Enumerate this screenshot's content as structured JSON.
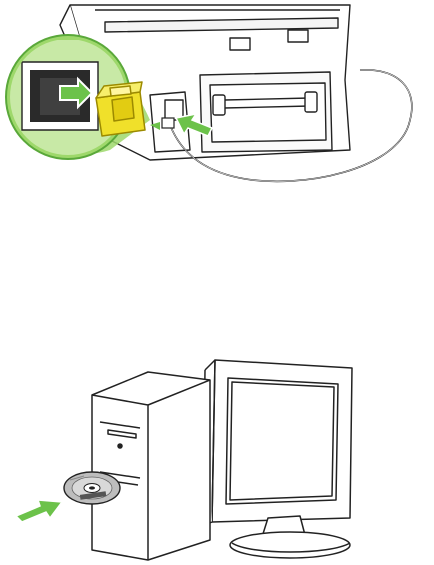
{
  "illustrations": [
    {
      "id": "printer-connection",
      "parts": [
        "printer-body",
        "usb-port-cover",
        "usb-cable",
        "zoom-callout",
        "insert-arrow"
      ],
      "colors": {
        "callout_fill": "#9ed86b",
        "callout_stroke": "#5aa83a",
        "port_cover": "#f0e02a",
        "port_cover_stroke": "#9c8a00",
        "arrow": "#6cc24a",
        "line": "#222222"
      }
    },
    {
      "id": "computer-software-install",
      "parts": [
        "pc-tower",
        "monitor",
        "installation-cd",
        "insert-arrow"
      ],
      "cd_label": "",
      "colors": {
        "arrow": "#6cc24a",
        "line": "#222222",
        "cd_fill": "#bdbdbd"
      }
    }
  ]
}
